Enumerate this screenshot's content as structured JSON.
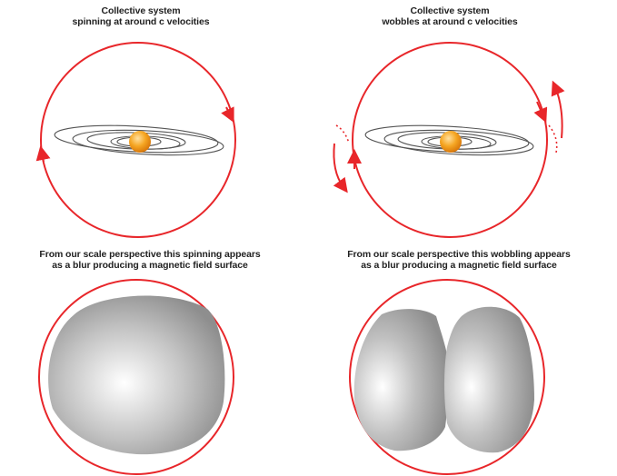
{
  "captions": {
    "top_left": [
      "Collective system",
      "spinning at around c velocities"
    ],
    "top_right": [
      "Collective system",
      "wobbles at around c velocities"
    ],
    "bottom_left": [
      "From our scale perspective this spinning appears",
      "as a blur producing a magnetic field surface"
    ],
    "bottom_right": [
      "From our scale perspective this wobbling appears",
      "as a blur producing a magnetic field surface"
    ]
  },
  "colors": {
    "boundary": "#e8262a",
    "orbit": "#555555",
    "core": "#f39c12",
    "blur_light": "#ffffff",
    "blur_dark": "#8e8e8e"
  }
}
